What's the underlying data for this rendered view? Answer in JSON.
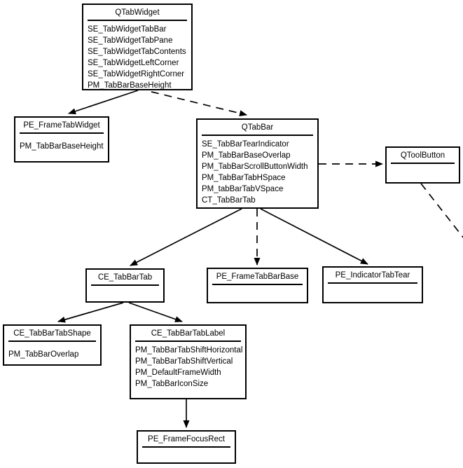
{
  "diagram": {
    "colors": {
      "background": "#ffffff",
      "line": "#000000",
      "text": "#000000"
    },
    "nodes": {
      "qtabwidget": {
        "title": "QTabWidget",
        "items": [
          "SE_TabWidgetTabBar",
          "SE_TabWidgetTabPane",
          "SE_TabWidgetTabContents",
          "SE_TabWidgetLeftCorner",
          "SE_TabWidgetRightCorner",
          "PM_TabBarBaseHeight"
        ]
      },
      "pe_frametabwidget": {
        "title": "PE_FrameTabWidget",
        "items": [
          "PM_TabBarBaseHeight"
        ]
      },
      "qtabbar": {
        "title": "QTabBar",
        "items": [
          "SE_TabBarTearIndicator",
          "PM_TabBarBaseOverlap",
          "PM_TabBarScrollButtonWidth",
          "PM_TabBarTabHSpace",
          "PM_tabBarTabVSpace",
          "CT_TabBarTab"
        ]
      },
      "qtoolbutton": {
        "title": "QToolButton",
        "items": []
      },
      "ce_tabbartab": {
        "title": "CE_TabBarTab",
        "items": []
      },
      "pe_frametabbarbase": {
        "title": "PE_FrameTabBarBase",
        "items": []
      },
      "pe_indicatortabtear": {
        "title": "PE_IndicatorTabTear",
        "items": []
      },
      "ce_tabbartabshape": {
        "title": "CE_TabBarTabShape",
        "items": [
          "PM_TabBarOverlap"
        ]
      },
      "ce_tabbartablabel": {
        "title": "CE_TabBarTabLabel",
        "items": [
          "PM_TabBarTabShiftHorizontal",
          "PM_TabBarTabShiftVertical",
          "PM_DefaultFrameWidth",
          "PM_TabBarIconSize"
        ]
      },
      "pe_framefocusrect": {
        "title": "PE_FrameFocusRect",
        "items": []
      }
    },
    "edges": [
      {
        "from": "QTabWidget",
        "to": "PE_FrameTabWidget",
        "style": "solid",
        "arrow": "end"
      },
      {
        "from": "QTabWidget",
        "to": "QTabBar",
        "style": "dashed",
        "arrow": "end"
      },
      {
        "from": "QTabBar",
        "to": "QToolButton",
        "style": "dashed",
        "arrow": "end"
      },
      {
        "from": "QToolButton",
        "to": "off-canvas",
        "style": "dashed",
        "arrow": "none"
      },
      {
        "from": "QTabBar",
        "to": "CE_TabBarTab",
        "style": "solid",
        "arrow": "end"
      },
      {
        "from": "QTabBar",
        "to": "PE_FrameTabBarBase",
        "style": "dashed",
        "arrow": "end"
      },
      {
        "from": "QTabBar",
        "to": "PE_IndicatorTabTear",
        "style": "solid",
        "arrow": "end"
      },
      {
        "from": "CE_TabBarTab",
        "to": "CE_TabBarTabShape",
        "style": "solid",
        "arrow": "end"
      },
      {
        "from": "CE_TabBarTab",
        "to": "CE_TabBarTabLabel",
        "style": "solid",
        "arrow": "end"
      },
      {
        "from": "CE_TabBarTabLabel",
        "to": "PE_FrameFocusRect",
        "style": "solid",
        "arrow": "end"
      }
    ]
  }
}
